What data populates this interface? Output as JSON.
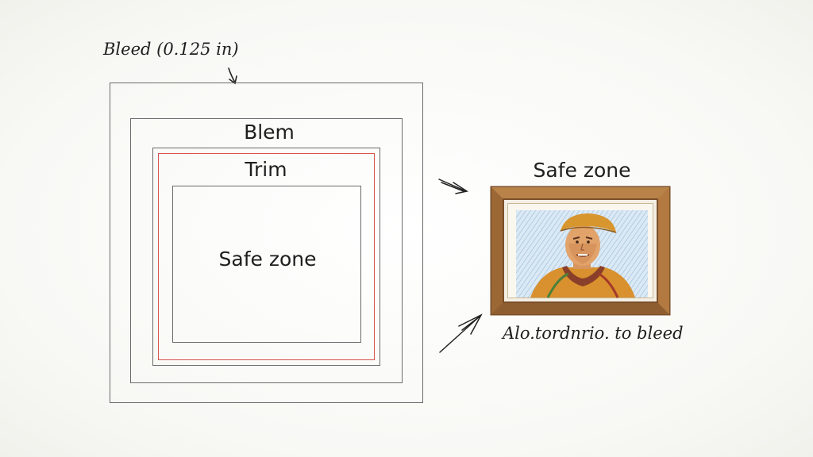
{
  "diagram": {
    "bleed_label": "Bleed (0.125 in)",
    "labels": {
      "outer": "Blem",
      "trim": "Trim",
      "safe": "Safe zone"
    },
    "right": {
      "title": "Safe zone",
      "caption": "Alo.tordnrio. to bleed"
    },
    "colors": {
      "line": "#6b6b6b",
      "trim_red": "#d9534f",
      "frame_wood": "#a9743e",
      "frame_edge": "#7a4f2a"
    }
  }
}
